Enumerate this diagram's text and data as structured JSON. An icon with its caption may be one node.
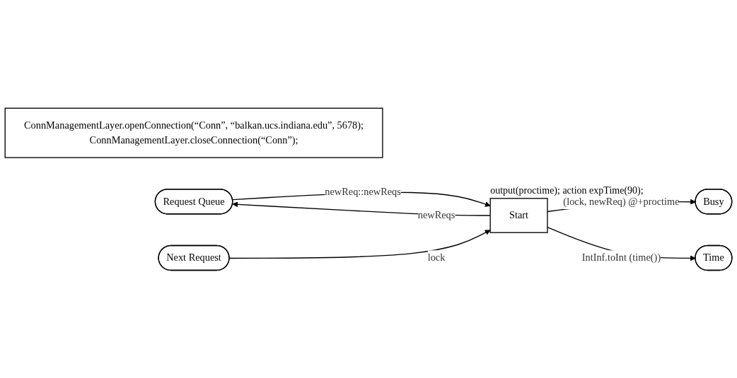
{
  "diagram": {
    "nodes": [
      {
        "text": [
          "ConnManagementLayer.openConnection(“Conn”, “balkan.ucs.indiana.edu”, 5678);",
          "ConnManagementLayer.closeConnection(“Conn”);"
        ]
      },
      {
        "text": [
          "Request Queue"
        ]
      },
      {
        "text": [
          "Start"
        ],
        "beside": [
          "output(proctime); action expTime(90);"
        ]
      },
      {
        "text": [
          "Next Request"
        ]
      },
      {
        "text": [
          "Busy"
        ]
      },
      {
        "text": [
          "Time"
        ]
      }
    ],
    "edges": [
      {
        "from": 1,
        "to": 2,
        "arrow": "to",
        "label": "newReq::newReqs"
      },
      {
        "from": 2,
        "to": 1,
        "arrow": "to",
        "label": "newReqs"
      },
      {
        "from": 3,
        "to": 2,
        "arrow": "to",
        "label": "lock"
      },
      {
        "from": 2,
        "to": 4,
        "arrow": "to",
        "label": "(lock, newReq) @+proctime"
      },
      {
        "from": 2,
        "to": 5,
        "arrow": "to",
        "label": "IntInf.toInt (time())"
      }
    ]
  }
}
